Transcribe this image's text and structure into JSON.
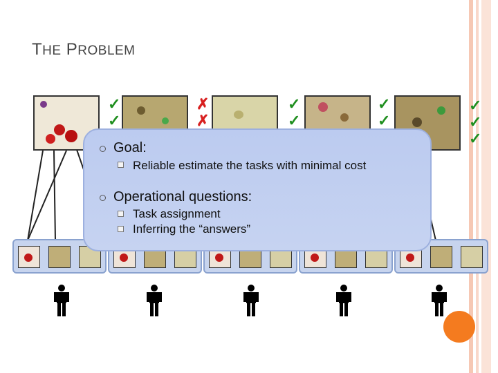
{
  "slide": {
    "title_first_cap": "T",
    "title_first_rest": "HE",
    "title_second_cap": "P",
    "title_second_rest": "ROBLEM"
  },
  "content": {
    "goal_label": "Goal:",
    "goal_items": [
      "Reliable estimate the tasks with minimal cost"
    ],
    "questions_label": "Operational questions:",
    "question_items": [
      "Task assignment",
      "Inferring the “answers”"
    ],
    "subbullet_glyph": "�"
  },
  "marks": {
    "check": "✓",
    "cross": "✗"
  },
  "colors": {
    "accent_stripe": "#f6c8b4",
    "content_box": "#c3d0f0",
    "check": "#1f8f1f",
    "cross": "#d82020",
    "orange_dot": "#f47b1f"
  },
  "icons": [
    "person-icon",
    "bullet-ring-icon",
    "checkmark-icon",
    "cross-icon"
  ]
}
